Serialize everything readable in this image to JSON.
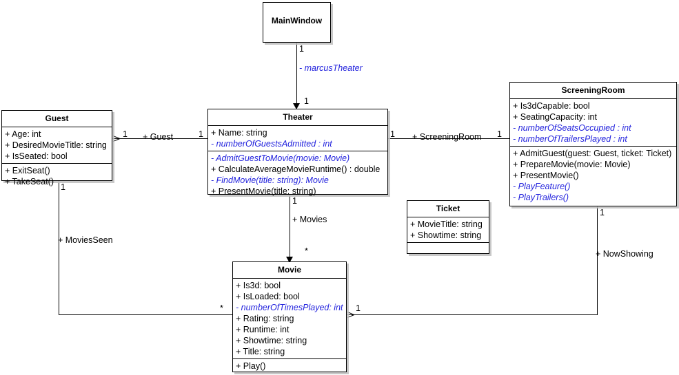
{
  "diagram": {
    "type": "uml-class-diagram",
    "colors": {
      "public_member": "#000000",
      "private_member": "#2222dd",
      "box_border": "#000000",
      "box_fill": "#ffffff",
      "background": "#ffffff"
    }
  },
  "classes": {
    "main_window": {
      "name": "MainWindow",
      "attributes": [],
      "operations": []
    },
    "guest": {
      "name": "Guest",
      "attributes": [
        {
          "text": "+ Age: int",
          "visibility": "public"
        },
        {
          "text": "+ DesiredMovieTitle: string",
          "visibility": "public"
        },
        {
          "text": "+ IsSeated: bool",
          "visibility": "public"
        }
      ],
      "operations": [
        {
          "text": "+ ExitSeat()",
          "visibility": "public"
        },
        {
          "text": "+ TakeSeat()",
          "visibility": "public"
        }
      ]
    },
    "theater": {
      "name": "Theater",
      "attributes": [
        {
          "text": "+ Name: string",
          "visibility": "public"
        },
        {
          "text": "- numberOfGuestsAdmitted : int",
          "visibility": "private"
        }
      ],
      "operations": [
        {
          "text": "- AdmitGuestToMovie(movie: Movie)",
          "visibility": "private"
        },
        {
          "text": "+ CalculateAverageMovieRuntime() : double",
          "visibility": "public"
        },
        {
          "text": "- FindMovie(title: string): Movie",
          "visibility": "private"
        },
        {
          "text": "+ PresentMovie(title: string)",
          "visibility": "public"
        }
      ]
    },
    "screening_room": {
      "name": "ScreeningRoom",
      "attributes": [
        {
          "text": "+ Is3dCapable: bool",
          "visibility": "public"
        },
        {
          "text": "+ SeatingCapacity: int",
          "visibility": "public"
        },
        {
          "text": "- numberOfSeatsOccupied : int",
          "visibility": "private"
        },
        {
          "text": "- numberOfTrailersPlayed : int",
          "visibility": "private"
        }
      ],
      "operations": [
        {
          "text": "+ AdmitGuest(guest: Guest, ticket: Ticket)",
          "visibility": "public"
        },
        {
          "text": "+ PrepareMovie(movie: Movie)",
          "visibility": "public"
        },
        {
          "text": "+ PresentMovie()",
          "visibility": "public"
        },
        {
          "text": "- PlayFeature()",
          "visibility": "private"
        },
        {
          "text": "- PlayTrailers()",
          "visibility": "private"
        }
      ]
    },
    "ticket": {
      "name": "Ticket",
      "attributes": [
        {
          "text": "+ MovieTitle: string",
          "visibility": "public"
        },
        {
          "text": "+ Showtime: string",
          "visibility": "public"
        }
      ],
      "operations": []
    },
    "movie": {
      "name": "Movie",
      "attributes": [
        {
          "text": "+ Is3d: bool",
          "visibility": "public"
        },
        {
          "text": "+ IsLoaded: bool",
          "visibility": "public"
        },
        {
          "text": "- numberOfTimesPlayed: int",
          "visibility": "private"
        },
        {
          "text": "+ Rating: string",
          "visibility": "public"
        },
        {
          "text": "+ Runtime: int",
          "visibility": "public"
        },
        {
          "text": "+ Showtime: string",
          "visibility": "public"
        },
        {
          "text": "+ Title: string",
          "visibility": "public"
        }
      ],
      "operations": [
        {
          "text": "+ Play()",
          "visibility": "public"
        }
      ]
    }
  },
  "associations": {
    "mainwindow_theater": {
      "source_multiplicity": "1",
      "role": "- marcusTheater",
      "target_multiplicity": "1"
    },
    "theater_guest": {
      "source_multiplicity": "1",
      "role": "+ Guest",
      "target_multiplicity": "1"
    },
    "theater_screeningroom": {
      "source_multiplicity": "1",
      "role": "+ ScreeningRoom",
      "target_multiplicity": "1"
    },
    "theater_movies": {
      "source_multiplicity": "1",
      "role": "+ Movies",
      "target_multiplicity": "*"
    },
    "guest_moviesseen": {
      "source_multiplicity": "1",
      "role": "+ MoviesSeen",
      "target_multiplicity": "*"
    },
    "screeningroom_nowshowing": {
      "source_multiplicity": "1",
      "role": "+ NowShowing",
      "target_multiplicity": "1"
    }
  }
}
